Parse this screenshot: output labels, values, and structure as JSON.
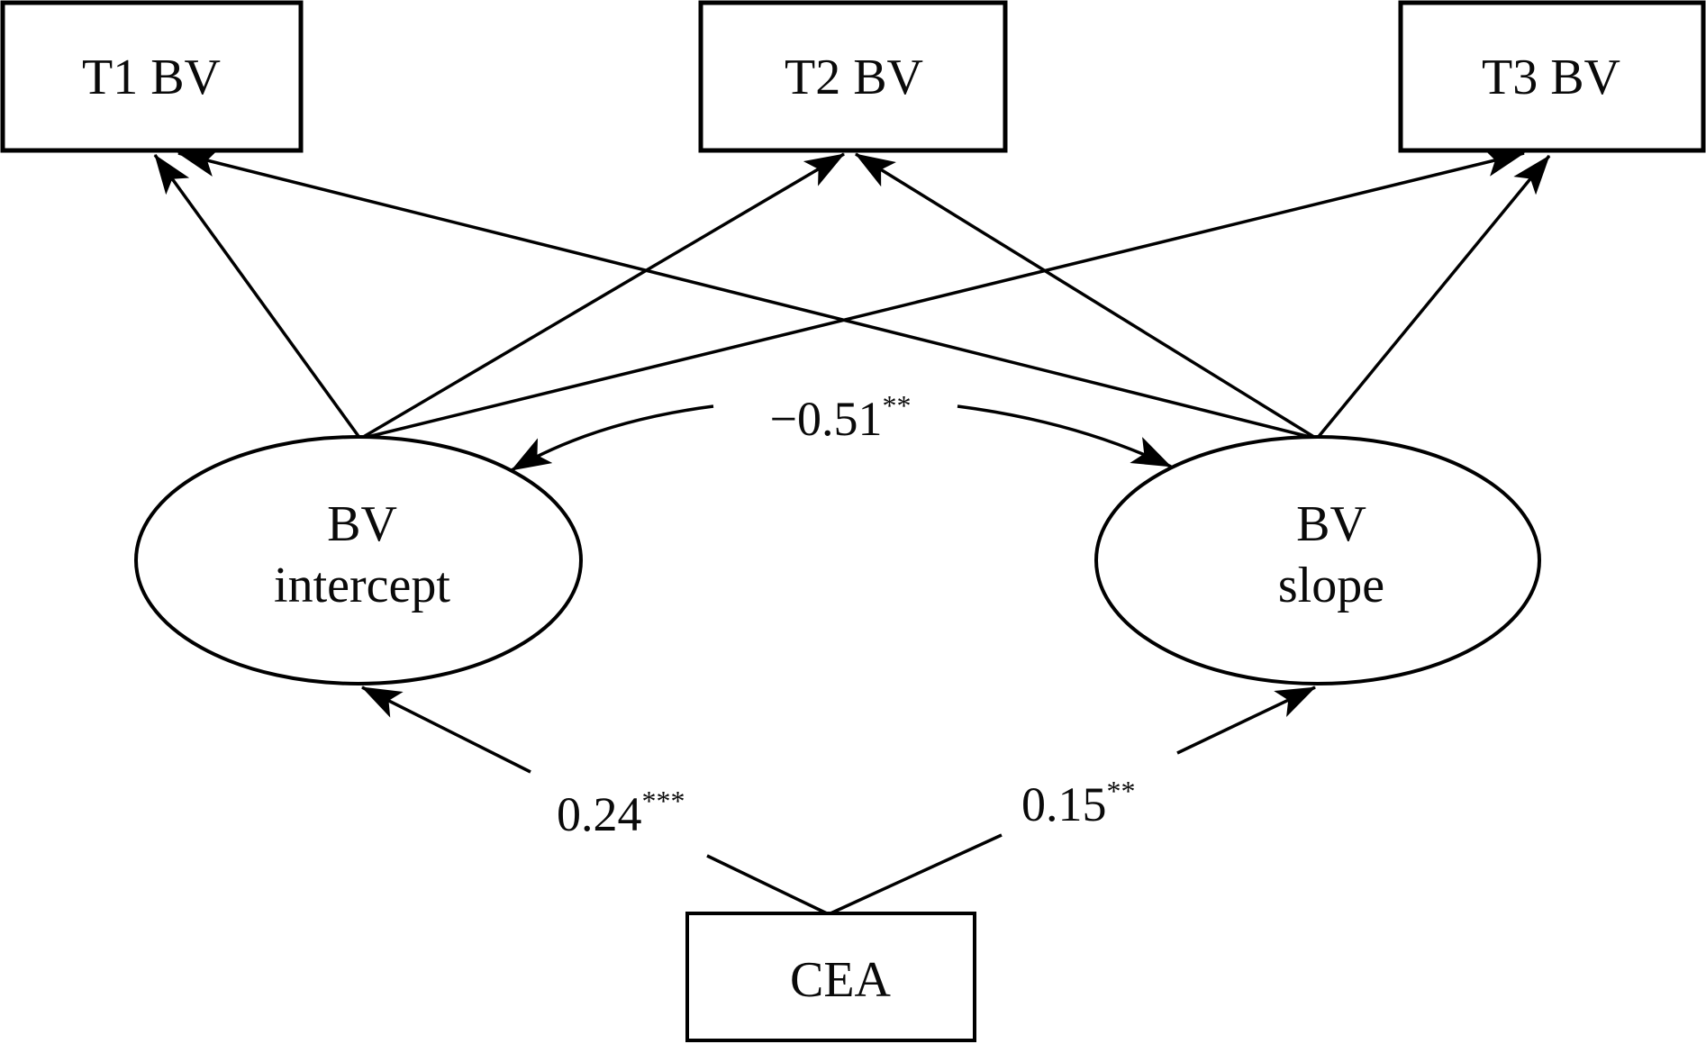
{
  "diagram": {
    "colors": {
      "stroke": "#000000",
      "text": "#0a0a0a",
      "background": "#ffffff"
    },
    "observed": [
      {
        "id": "t1",
        "label": "T1 BV"
      },
      {
        "id": "t2",
        "label": "T2 BV"
      },
      {
        "id": "t3",
        "label": "T3 BV"
      }
    ],
    "latent": [
      {
        "id": "intercept",
        "line1": "BV",
        "line2": "intercept"
      },
      {
        "id": "slope",
        "line1": "BV",
        "line2": "slope"
      }
    ],
    "predictor": {
      "id": "cea",
      "label": "CEA"
    },
    "correlation": {
      "from": "intercept",
      "to": "slope",
      "value": "−0.51",
      "sig": "**"
    },
    "paths": [
      {
        "from": "cea",
        "to": "intercept",
        "value": "0.24",
        "sig": "***"
      },
      {
        "from": "cea",
        "to": "slope",
        "value": "0.15",
        "sig": "**"
      }
    ],
    "loadings": [
      {
        "from": "intercept",
        "to": "t1"
      },
      {
        "from": "intercept",
        "to": "t2"
      },
      {
        "from": "intercept",
        "to": "t3"
      },
      {
        "from": "slope",
        "to": "t1"
      },
      {
        "from": "slope",
        "to": "t2"
      },
      {
        "from": "slope",
        "to": "t3"
      }
    ]
  }
}
